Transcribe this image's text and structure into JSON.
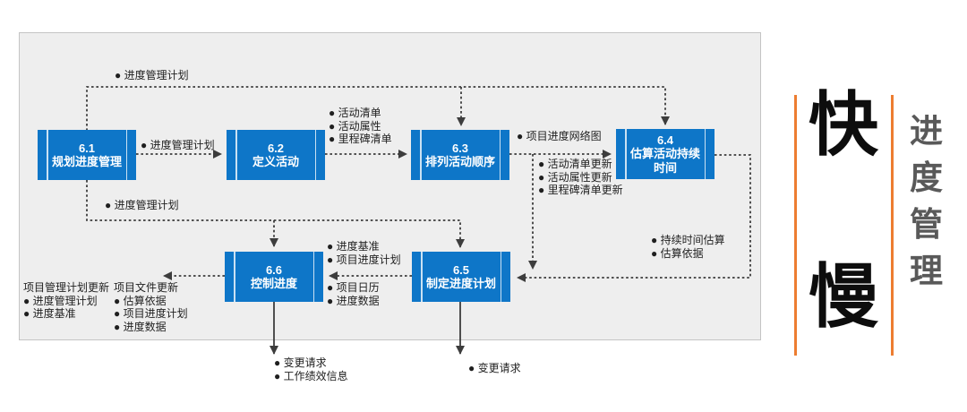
{
  "colors": {
    "box_blue": "#0e76c8",
    "panel_bg": "#eeeeee",
    "panel_border": "#c4c4c4",
    "connector_gray": "#3d3d3d",
    "orange_rule": "#ed7d31",
    "side_title_gray": "#595959"
  },
  "boxes": {
    "b61": {
      "num": "6.1",
      "name": "规划进度管理"
    },
    "b62": {
      "num": "6.2",
      "name": "定义活动"
    },
    "b63": {
      "num": "6.3",
      "name": "排列活动顺序"
    },
    "b64": {
      "num": "6.4",
      "name": "估算活动持续时间"
    },
    "b65": {
      "num": "6.5",
      "name": "制定进度计划"
    },
    "b66": {
      "num": "6.6",
      "name": "控制进度"
    }
  },
  "labels": {
    "top_loop": [
      "● 进度管理计划"
    ],
    "out_61": [
      "● 进度管理计划"
    ],
    "out_62": [
      "● 活动清单",
      "● 活动属性",
      "● 里程碑清单"
    ],
    "out_63_main": [
      "● 项目进度网络图"
    ],
    "out_63_updates": [
      "● 活动清单更新",
      "● 活动属性更新",
      "● 里程碑清单更新"
    ],
    "out_64": [
      "● 持续时间估算",
      "● 估算依据"
    ],
    "lower_loop": [
      "● 进度管理计划"
    ],
    "out_65_to_66_top": [
      "● 进度基准",
      "● 项目进度计划"
    ],
    "out_65_to_66_bottom": [
      "● 项目日历",
      "● 进度数据"
    ],
    "out_66_col1": [
      "项目管理计划更新",
      "● 进度管理计划",
      "● 进度基准"
    ],
    "out_66_col2": [
      "项目文件更新",
      "● 估算依据",
      "● 项目进度计划",
      "● 进度数据"
    ],
    "out_66_down": [
      "● 变更请求",
      "● 工作绩效信息"
    ],
    "out_65_down": [
      "● 变更请求"
    ]
  },
  "side": {
    "fast": "快",
    "slow": "慢",
    "title_chars": [
      "进",
      "度",
      "管",
      "理"
    ]
  }
}
